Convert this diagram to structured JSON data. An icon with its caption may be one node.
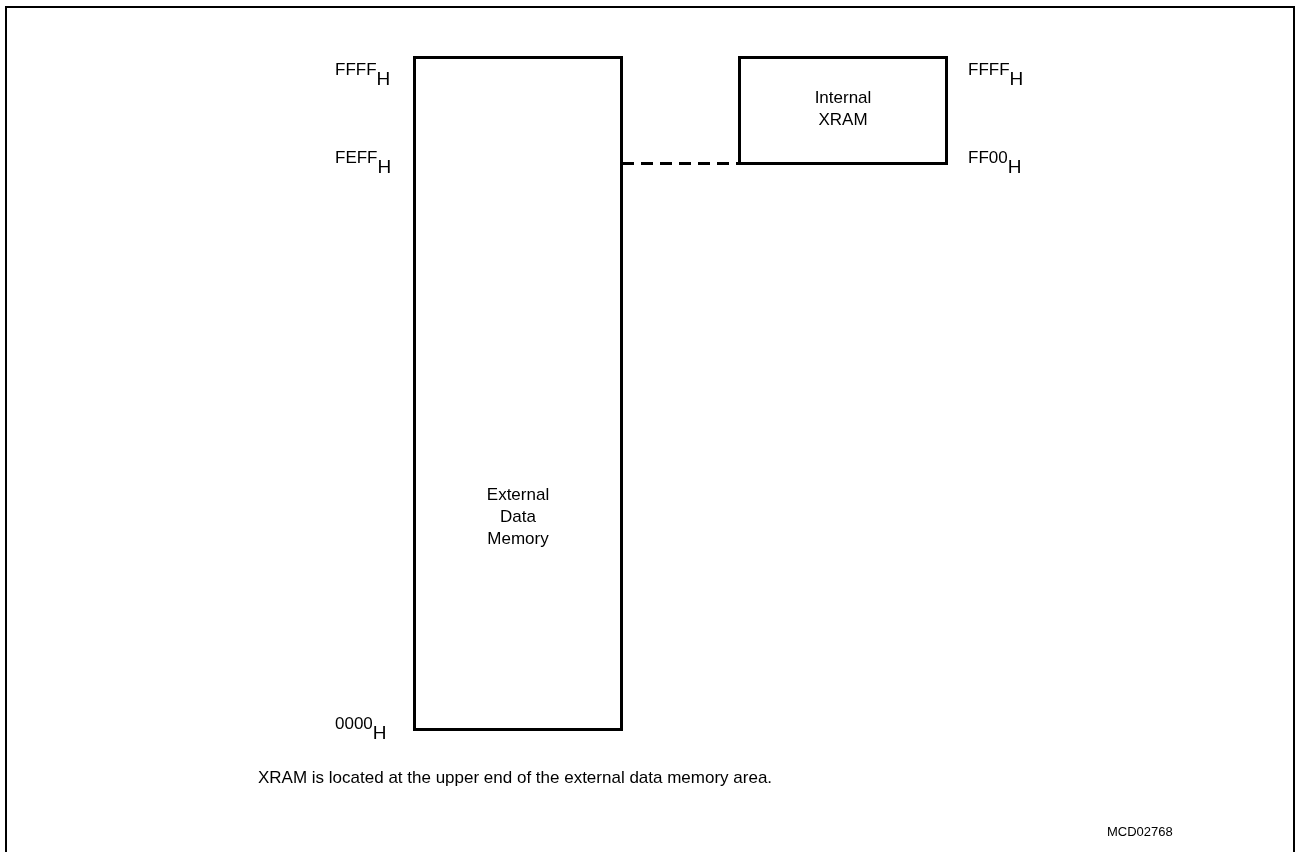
{
  "diagram": {
    "nodes": [
      {
        "text": [
          "External Data Memory"
        ]
      },
      {
        "text": [
          "Internal XRAM"
        ]
      }
    ],
    "edges": [
      {
        "from": 0,
        "to": 1,
        "arrow": "none",
        "style": "dashed"
      }
    ],
    "labels": [
      "FFFF$_{H}$",
      "FFFF$_{H}$",
      "FEFF$_{H}$",
      "FF00$_{H}$",
      "0000$_{H}$",
      "XRAM is located at the upper end of the external data memory area.",
      "MCD02768"
    ]
  }
}
